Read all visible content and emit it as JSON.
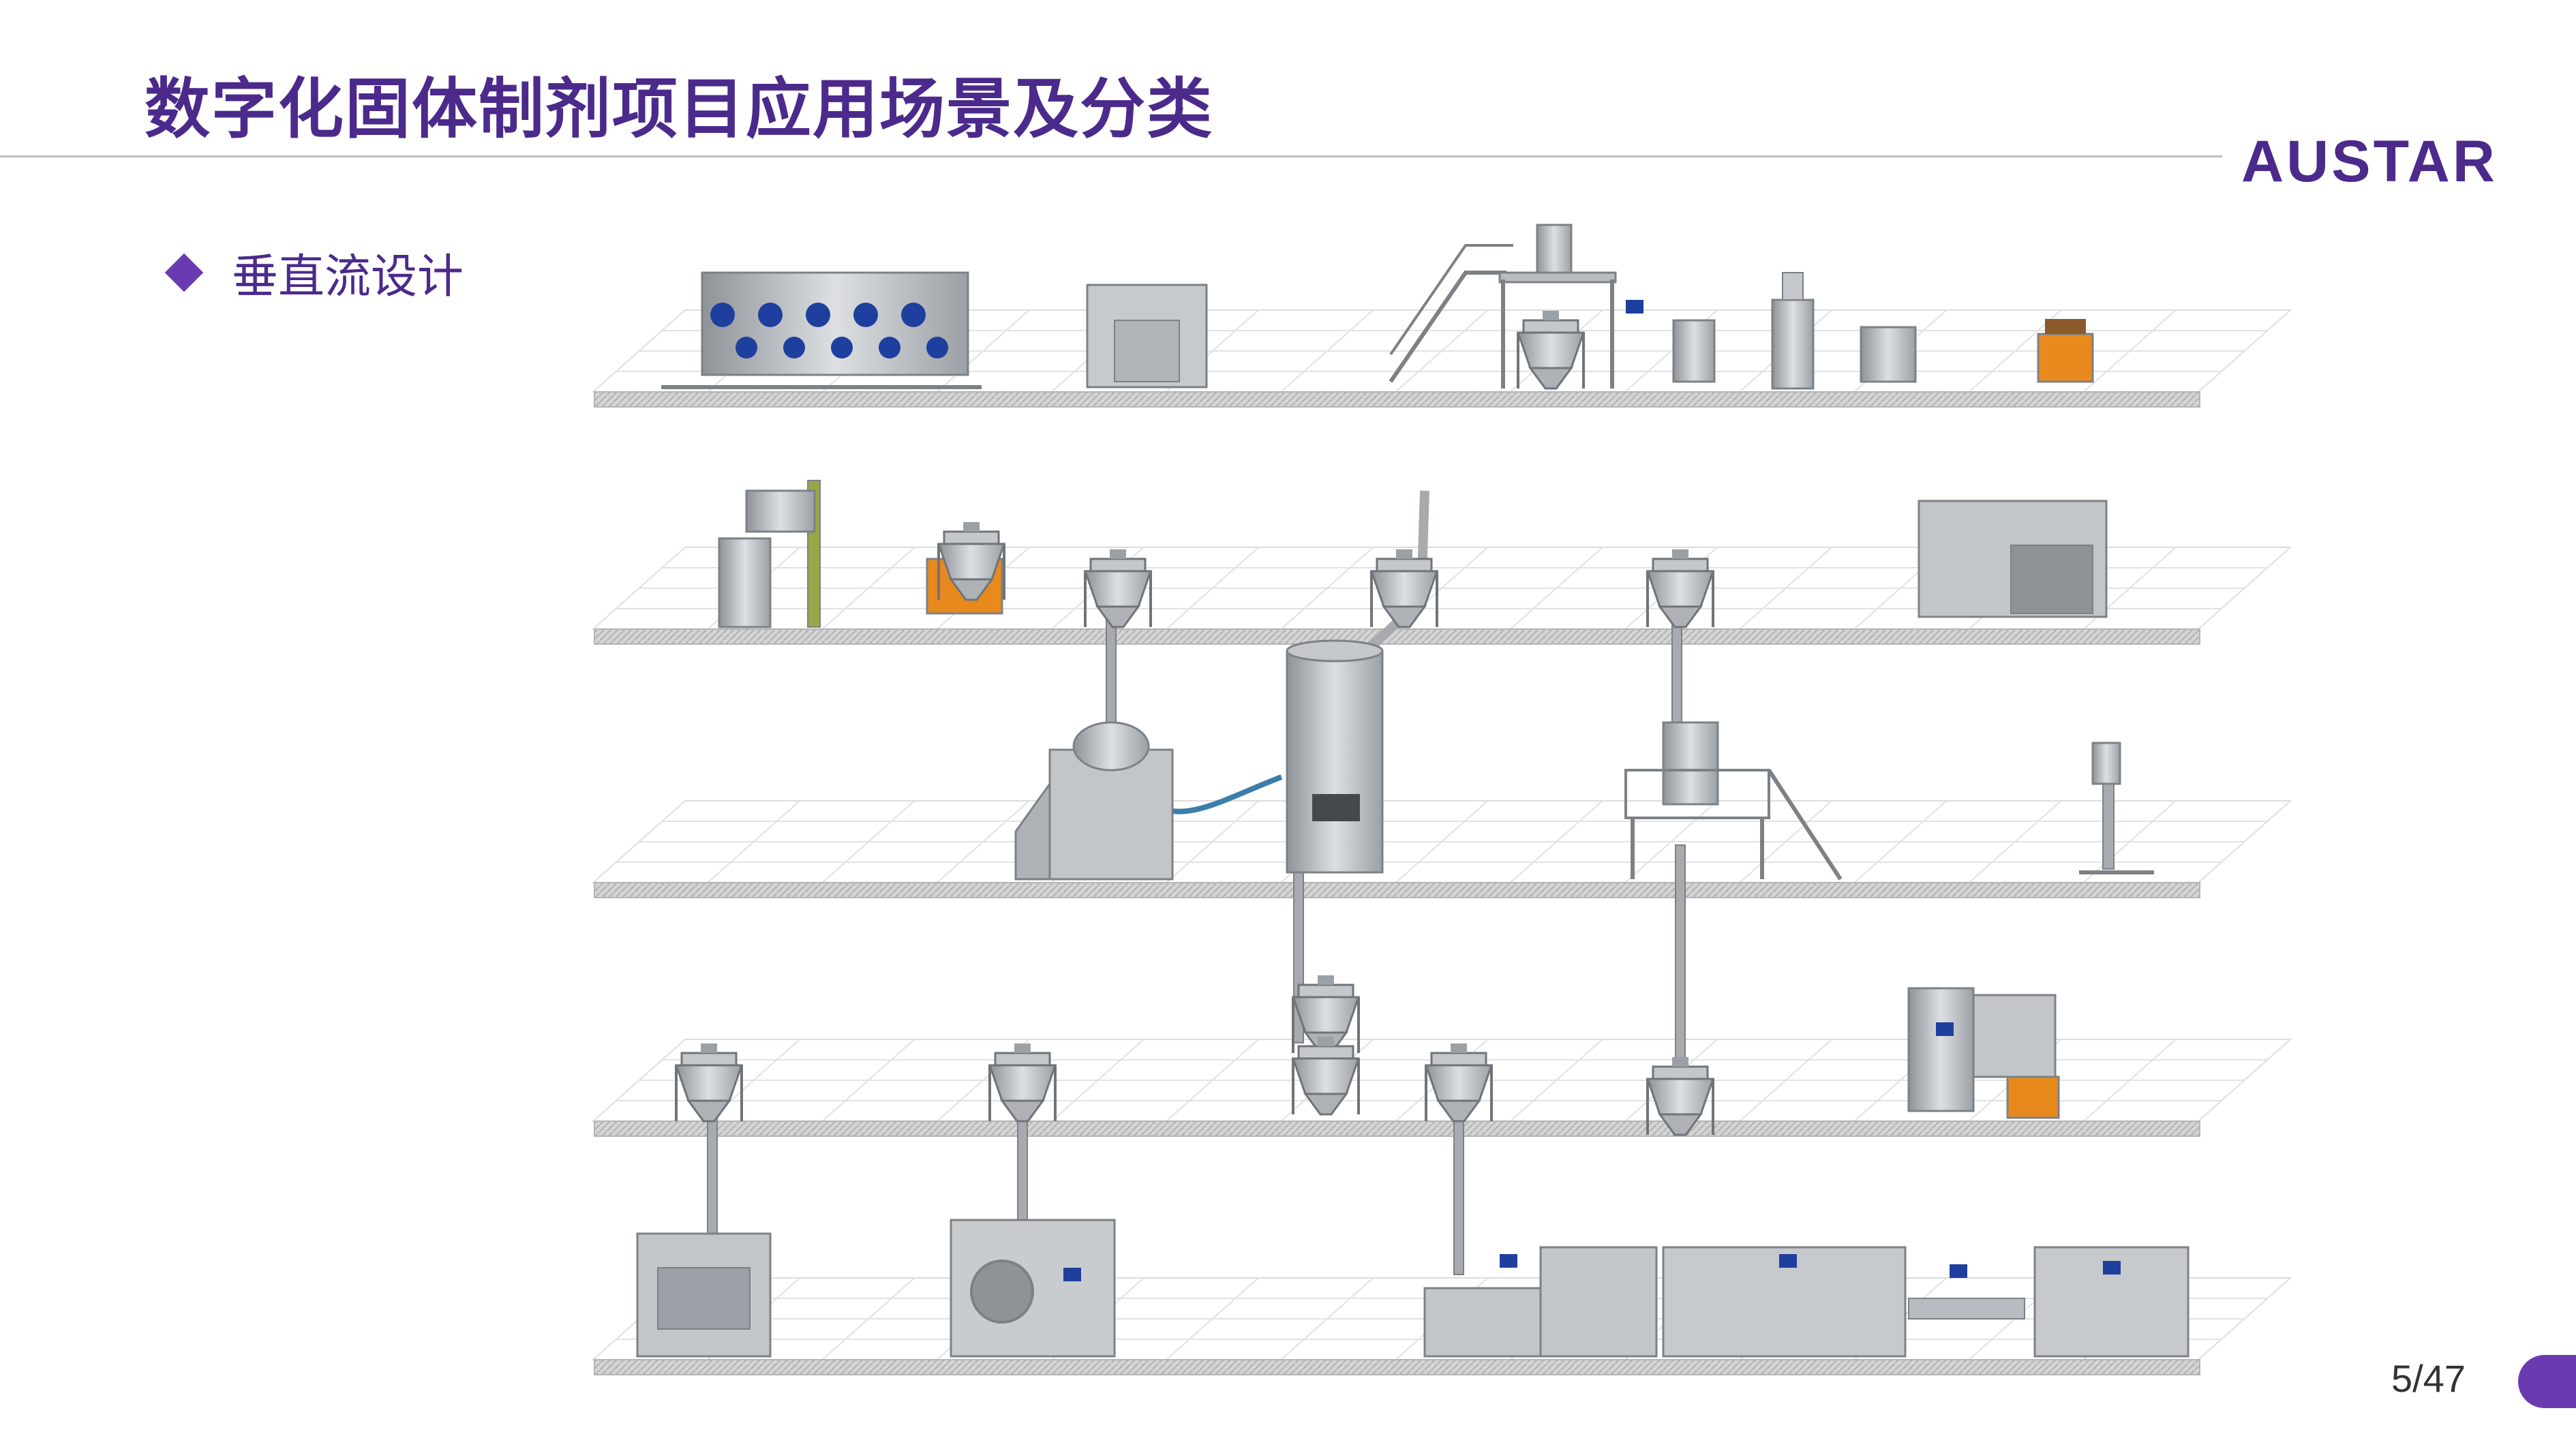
{
  "title": "数字化固体制剂项目应用场景及分类",
  "logo_text": "AUSTAR",
  "section": {
    "heading": "垂直流设计"
  },
  "page_number": "5/47",
  "colors": {
    "brand_purple": "#4b2a8c",
    "accent_purple": "#6a3bb0",
    "floor": "#c9c9c9",
    "steel": "#b8bcc0",
    "steel_dark": "#7c8186",
    "screen_blue": "#1f3f9e",
    "orange": "#e8891e",
    "hose_blue": "#3b7fa8"
  },
  "floors": [
    {
      "level": 1,
      "equipment": [
        "isolator-glovebox-line",
        "cleanroom-cabinet",
        "bin-platform-with-stairs",
        "powder-transfer-unit",
        "vacuum-conveyor-unit",
        "dust-collector",
        "orange-pallet-lifter"
      ]
    },
    {
      "level": 2,
      "equipment": [
        "column-lifter-ibc",
        "orange-bin-lifter",
        "ibc-bin-station",
        "ibc-bin-station",
        "ibc-bin-station",
        "washing-machine-enclosure"
      ]
    },
    {
      "level": 3,
      "equipment": [
        "high-shear-granulator",
        "fluid-bed-dryer",
        "bin-discharge-platform",
        "mobile-column-lifter"
      ]
    },
    {
      "level": 4,
      "equipment": [
        "ibc-bin-station",
        "ibc-bin-station",
        "ibc-bin-station",
        "ibc-bin-station",
        "packaging-machine-with-orange-lifter"
      ]
    },
    {
      "level": 5,
      "equipment": [
        "tablet-press",
        "coating-machine",
        "blister-packaging-line",
        "cartoner-line"
      ]
    }
  ]
}
